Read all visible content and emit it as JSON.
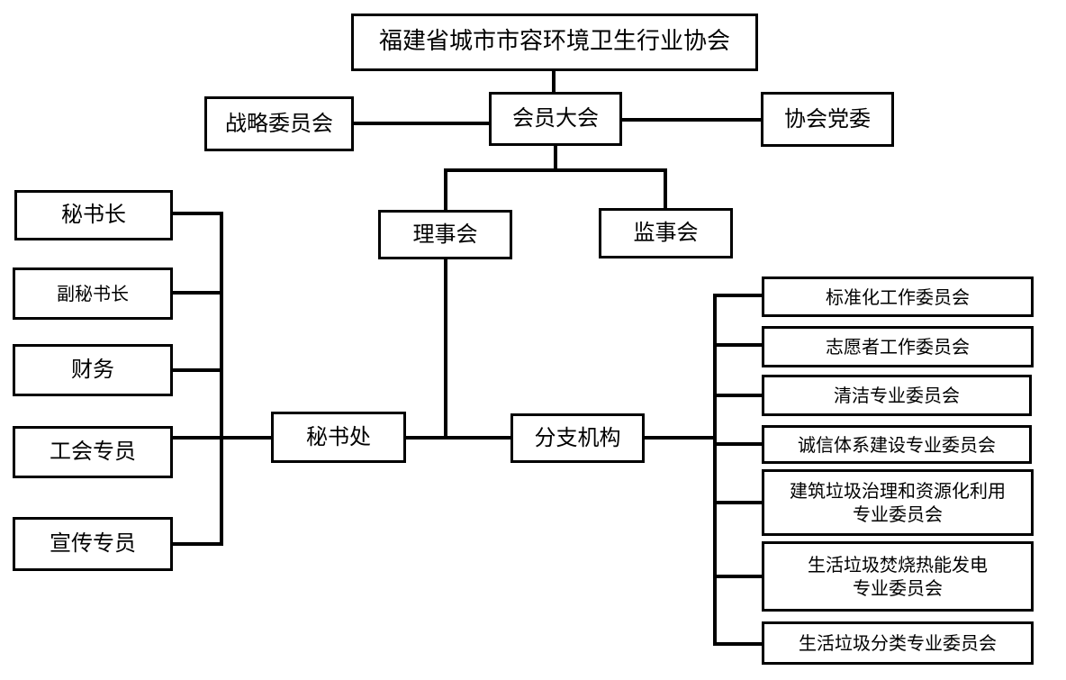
{
  "top": "福建省城市市容环境卫生行业协会",
  "assembly": "会员大会",
  "strategy": "战略委员会",
  "party": "协会党委",
  "council": "理事会",
  "supervisors": "监事会",
  "secretariat": "秘书处",
  "branches": "分支机构",
  "left_roles": [
    "秘书长",
    "副秘书长",
    "财务",
    "工会专员",
    "宣传专员"
  ],
  "committees": [
    {
      "line1": "标准化工作委员会"
    },
    {
      "line1": "志愿者工作委员会"
    },
    {
      "line1": "清洁专业委员会"
    },
    {
      "line1": "诚信体系建设专业委员会"
    },
    {
      "line1": "建筑垃圾治理和资源化利用",
      "line2": "专业委员会"
    },
    {
      "line1": "生活垃圾焚烧热能发电",
      "line2": "专业委员会"
    },
    {
      "line1": "生活垃圾分类专业委员会"
    }
  ]
}
